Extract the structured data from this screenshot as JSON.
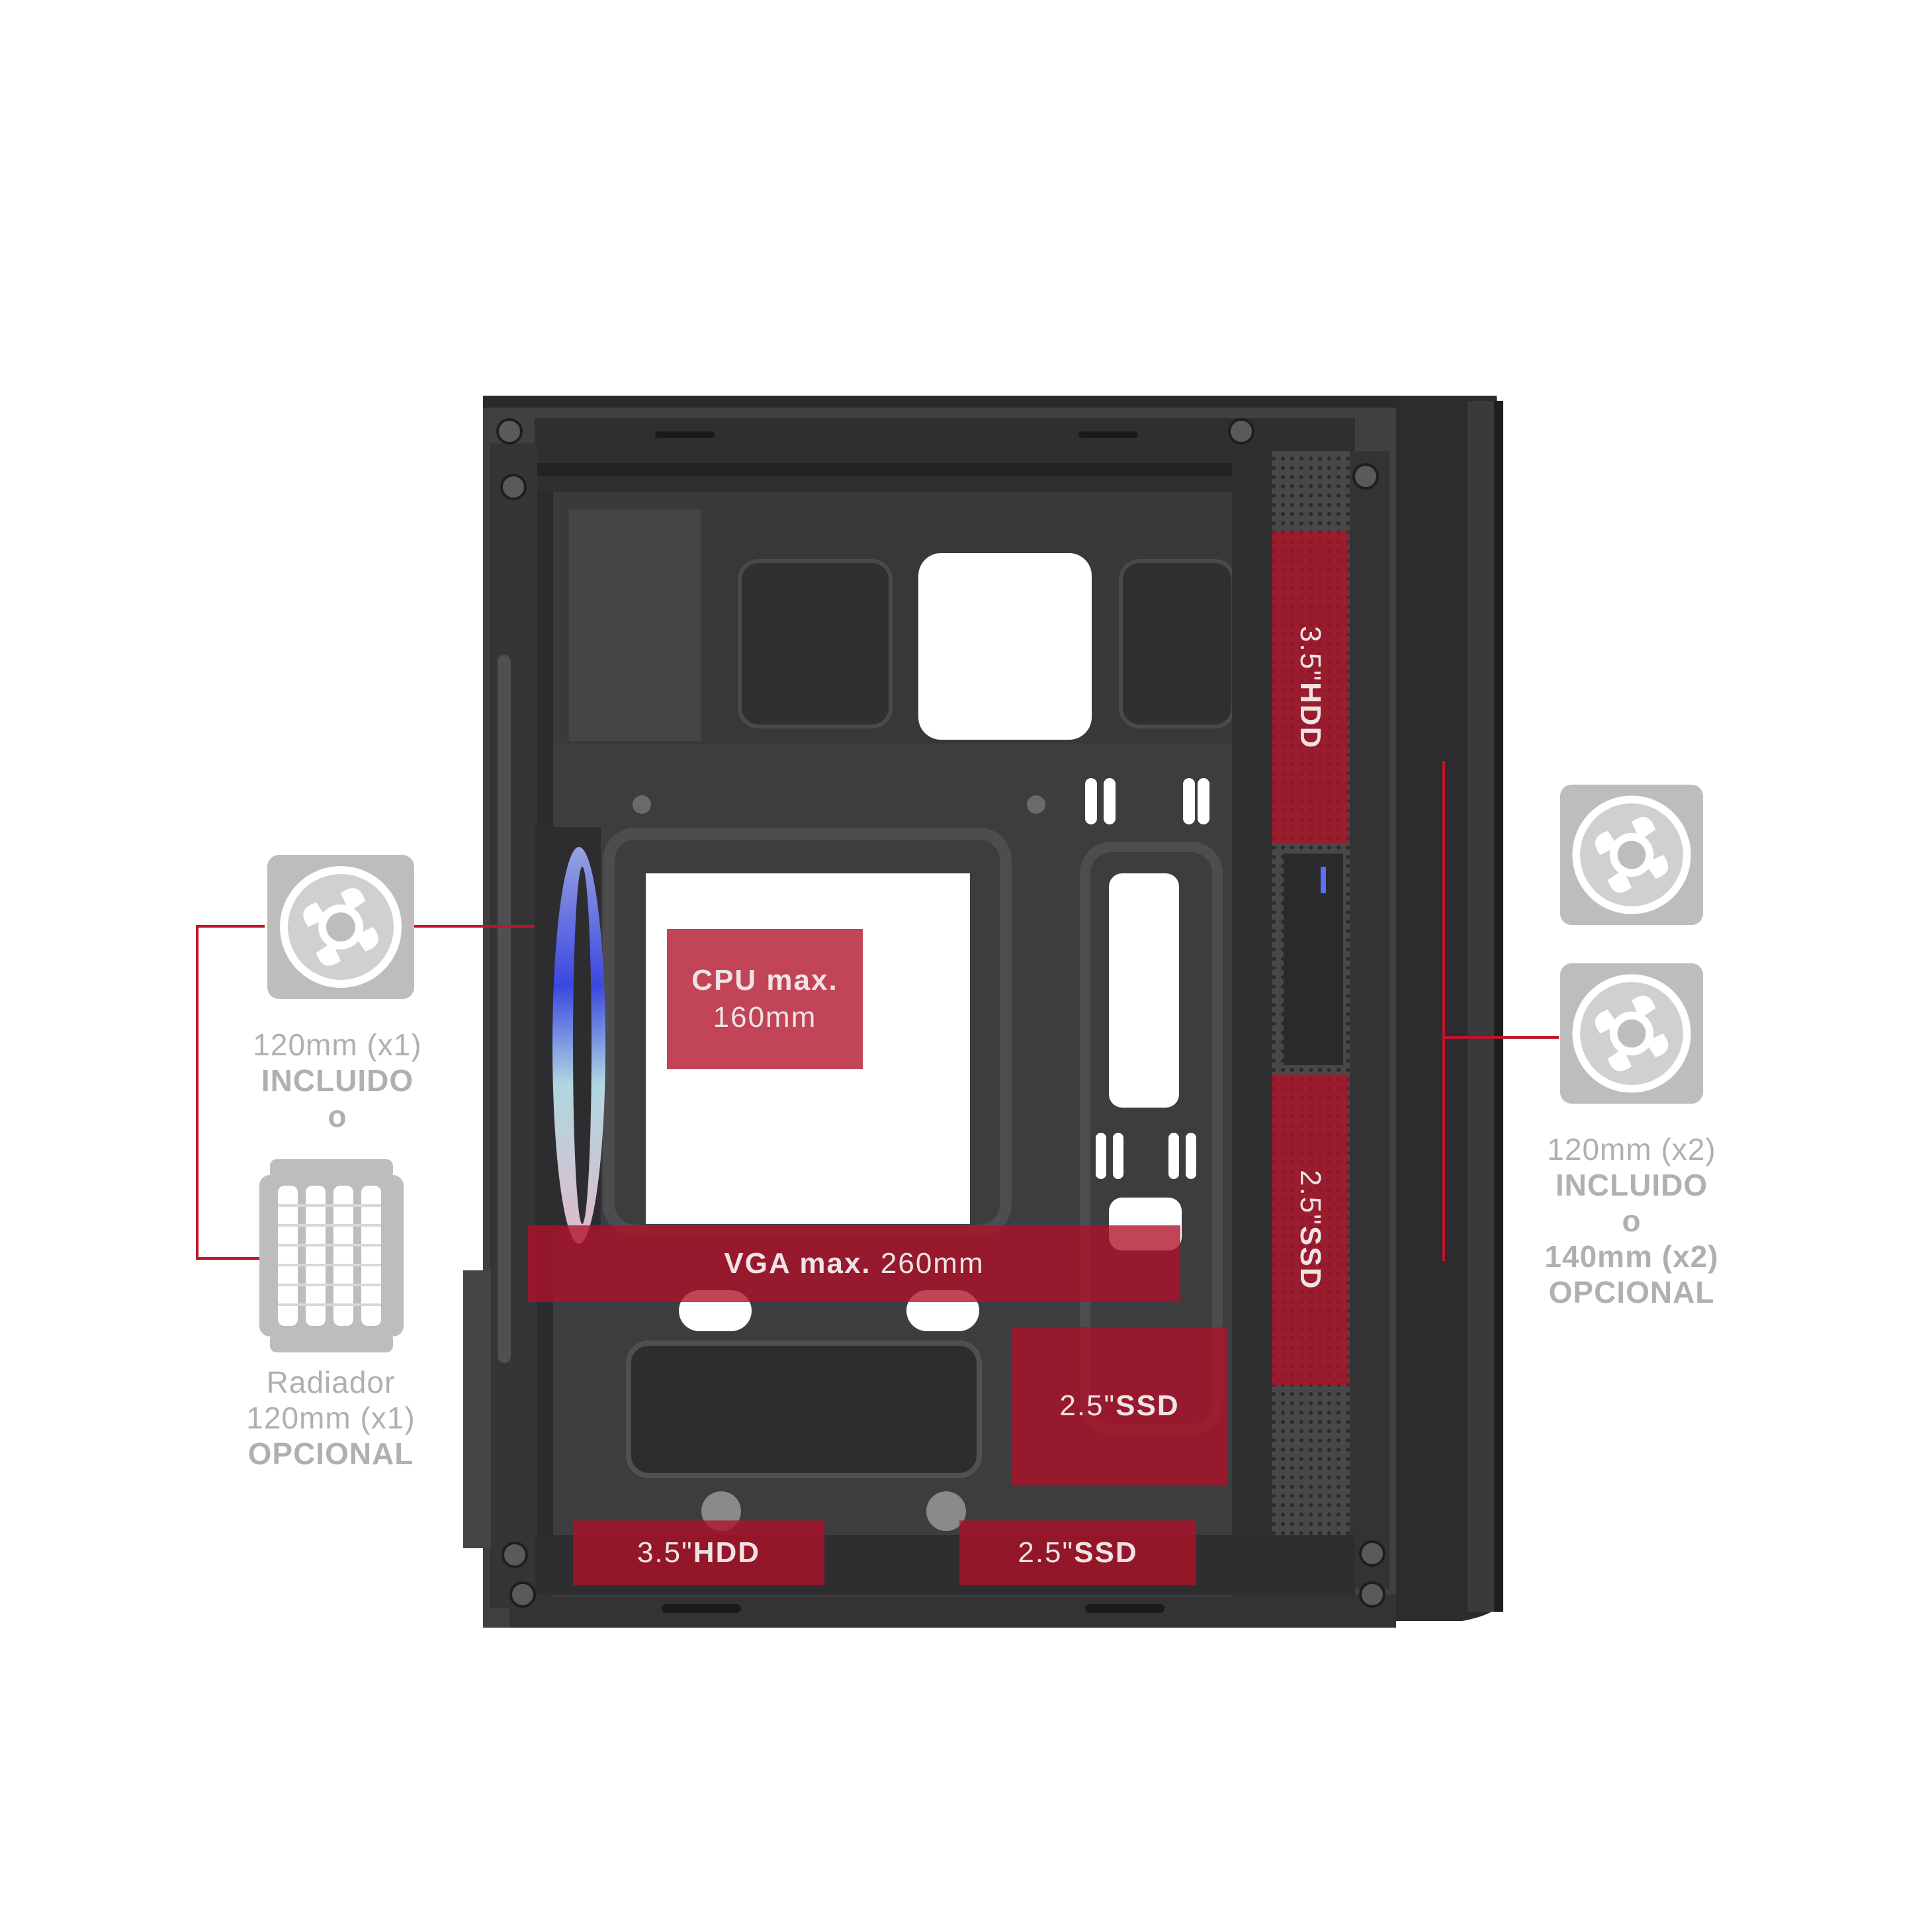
{
  "colors": {
    "accent_red": "#b01028",
    "chassis": "#3b3b3d",
    "label_gray": "#b0b0b0"
  },
  "icons": [
    "fan-icon",
    "radiator-icon",
    "pc-case-image"
  ],
  "left_fan": {
    "size": "120mm (x1)",
    "status": "INCLUIDO",
    "connector": "o"
  },
  "left_radiator": {
    "name": "Radiador",
    "size": "120mm (x1)",
    "status": "OPCIONAL"
  },
  "right_fans": {
    "size_a": "120mm (x2)",
    "status_a": "INCLUIDO",
    "connector": "o",
    "size_b": "140mm (x2)",
    "status_b": "OPCIONAL"
  },
  "zones": {
    "cpu_label": "CPU max.",
    "cpu_value": "160mm",
    "vga_label": "VGA max.",
    "vga_value": "260mm",
    "hdd_top_prefix": "3.5\"",
    "hdd_top_suffix": "HDD",
    "ssd_right_prefix": "2.5\"",
    "ssd_right_suffix": "SSD",
    "ssd_mid_prefix": "2.5\"",
    "ssd_mid_suffix": "SSD",
    "hdd_bottom_prefix": "3.5\"",
    "hdd_bottom_suffix": "HDD",
    "ssd_bottom_prefix": "2.5\"",
    "ssd_bottom_suffix": "SSD"
  }
}
